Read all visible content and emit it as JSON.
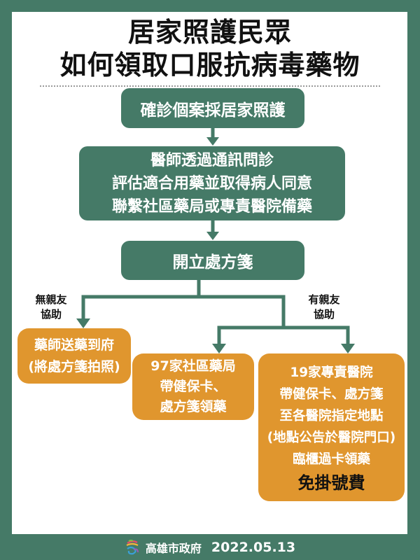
{
  "title": {
    "line1": "居家照護民眾",
    "line2": "如何領取口服抗病毒藥物"
  },
  "colors": {
    "frame_green": "#457A67",
    "box_green": "#457A67",
    "box_orange": "#E0962E",
    "panel_white": "#FFFFFF",
    "emphasis_text": "#111111"
  },
  "flow": {
    "step1": {
      "lines": [
        "確診個案採居家照護"
      ]
    },
    "step2": {
      "lines": [
        "醫師透過通訊問診",
        "評估適合用藥並取得病人同意",
        "聯繫社區藥局或專責醫院備藥"
      ]
    },
    "step3": {
      "lines": [
        "開立處方箋"
      ]
    },
    "branch_left_label": {
      "lines": [
        "無親友",
        "協助"
      ]
    },
    "branch_right_label": {
      "lines": [
        "有親友",
        "協助"
      ]
    },
    "outcome_delivery": {
      "lines": [
        "藥師送藥到府",
        "(將處方箋拍照)"
      ]
    },
    "outcome_pharmacy": {
      "lines": [
        "97家社區藥局",
        "帶健保卡、",
        "處方箋領藥"
      ]
    },
    "outcome_hospital": {
      "lines": [
        "19家專責醫院",
        "帶健保卡、處方箋",
        "至各醫院指定地點",
        "(地點公告於醫院門口)",
        "臨櫃過卡領藥"
      ],
      "emphasis": "免掛號費"
    }
  },
  "footer": {
    "logo_icon": "kaohsiung-city-logo-icon",
    "org": "高雄市政府",
    "date": "2022.05.13"
  }
}
